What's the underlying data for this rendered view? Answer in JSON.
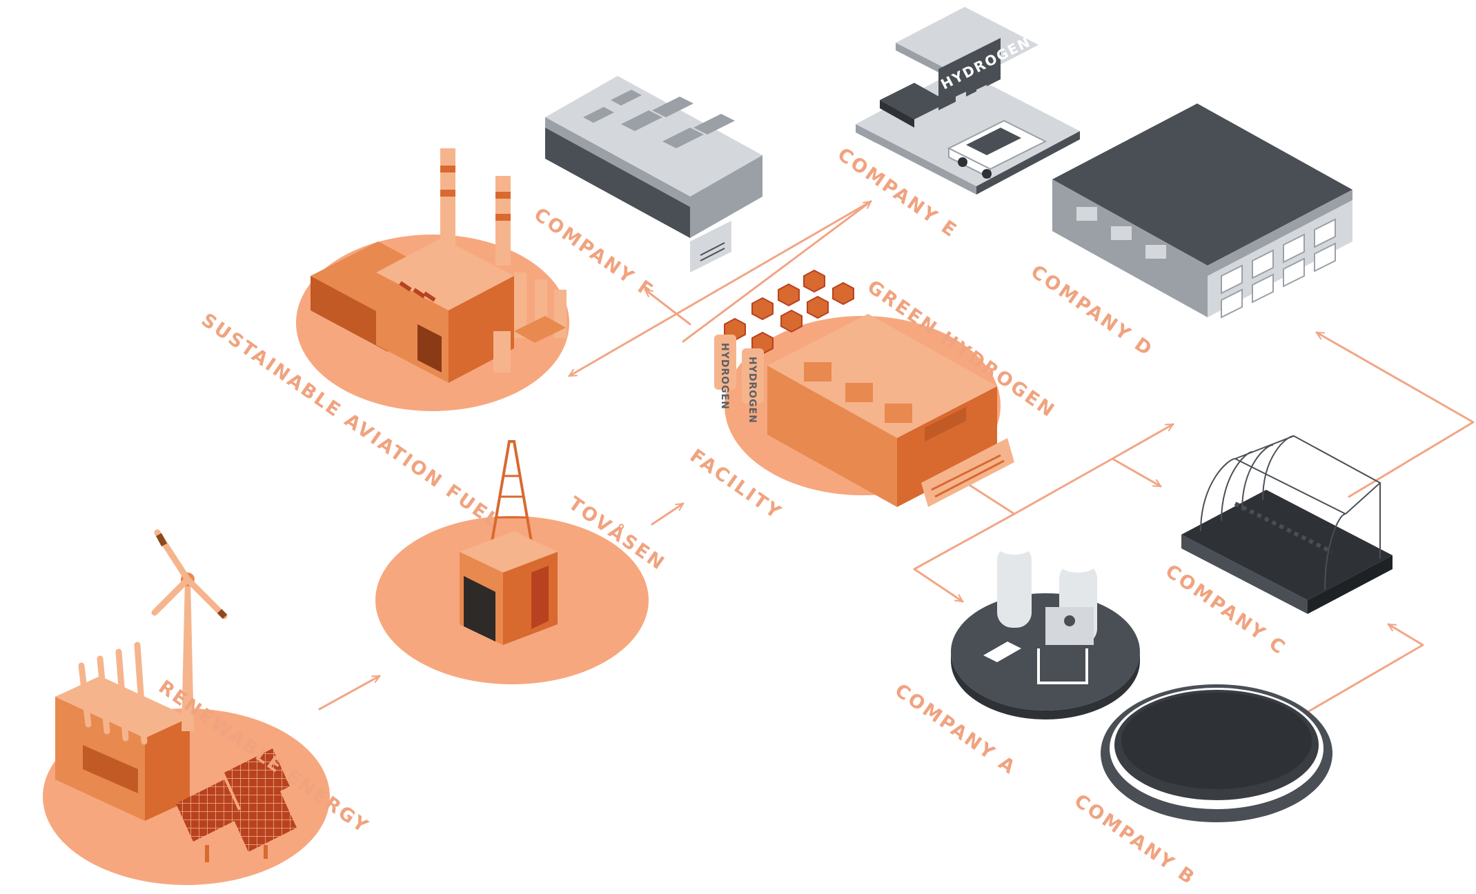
{
  "colors": {
    "accent": "#f0a37f",
    "disc": "#f7a77e",
    "orange_dark": "#d8692f",
    "orange_mid": "#e8894f",
    "orange_light": "#f6b48c",
    "gray_dark": "#4a4f55",
    "gray_mid": "#9aa0a6",
    "gray_light": "#d4d8dc"
  },
  "labels": {
    "renewable_energy": "RENEWABLE ENERGY",
    "tovasen": "TOVÅSEN",
    "facility": "FACILITY",
    "green_hydrogen": "GREEN HYDROGEN",
    "sustainable_aviation_fuel": "SUSTAINABLE AVIATION FUEL",
    "company_a": "COMPANY A",
    "company_b": "COMPANY B",
    "company_c": "COMPANY C",
    "company_d": "COMPANY D",
    "company_e": "COMPANY E",
    "company_f": "COMPANY F"
  },
  "signs": {
    "hydrogen_station": "HYDROGEN",
    "tank_label": "HYDROGEN"
  }
}
